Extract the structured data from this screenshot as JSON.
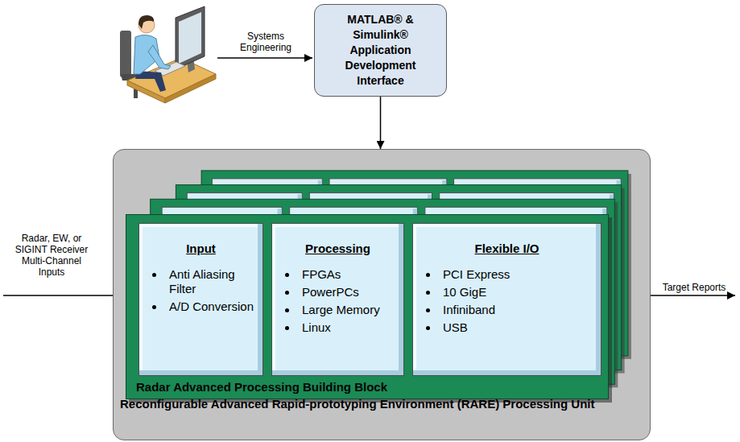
{
  "diagram": {
    "nodes": [
      {
        "text": [
          "MATLAB® & Simulink® Application Development Interface"
        ]
      },
      {
        "text": [
          "Reconfigurable Advanced Rapid-prototyping Environment (RARE) Processing Unit"
        ]
      },
      {
        "text": [
          "Radar Advanced Processing Building Block"
        ],
        "in": 1
      },
      {
        "text": [
          "Input",
          "Anti Aliasing Filter",
          "A/D Conversion"
        ],
        "in": 2
      },
      {
        "text": [
          "Processing",
          "FPGAs",
          "PowerPCs",
          "Large Memory",
          "Linux"
        ],
        "in": 2
      },
      {
        "text": [
          "Flexible I/O",
          "PCI Express",
          "10 GigE",
          "Infiniband",
          "USB"
        ],
        "in": 2
      }
    ],
    "edges": [
      {
        "from": 0,
        "to": 1,
        "arrow": "to"
      }
    ],
    "labels": [
      "Systems Engineering",
      "Radar, EW, or SIGINT Receiver Multi-Channel Inputs",
      "Target Reports"
    ]
  }
}
